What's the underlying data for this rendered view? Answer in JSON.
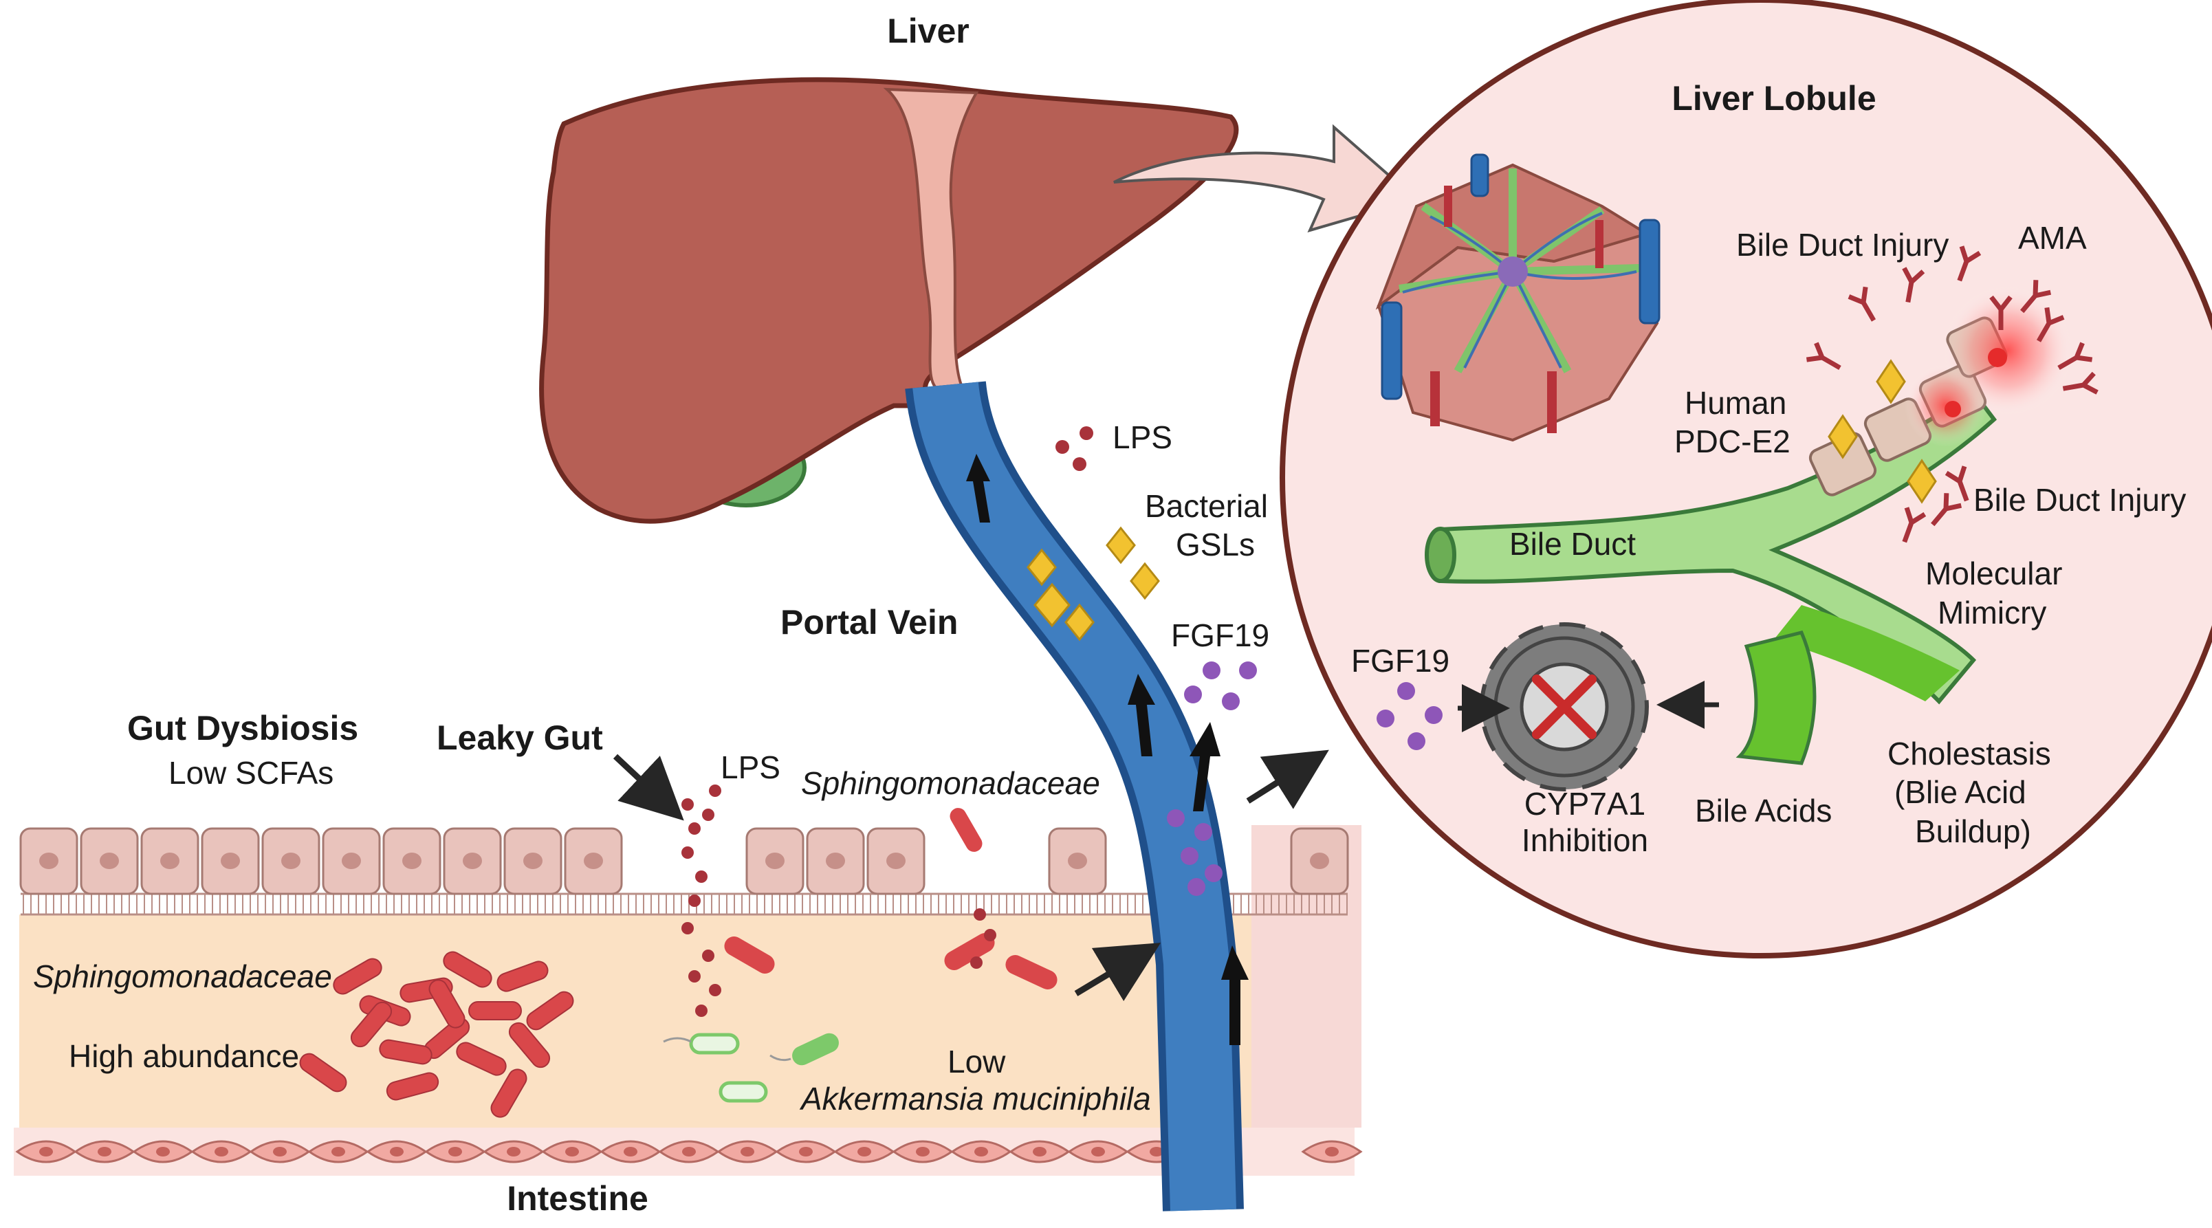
{
  "labels": {
    "liver": "Liver",
    "liver_lobule": "Liver Lobule",
    "portal_vein": "Portal Vein",
    "gut_dysbiosis": "Gut Dysbiosis",
    "low_scfas": "Low SCFAs",
    "leaky_gut": "Leaky Gut",
    "lps_gut": "LPS",
    "lps_vein": "LPS",
    "bacterial_gsls_line1": "Bacterial",
    "bacterial_gsls_line2": "GSLs",
    "fgf19_vein": "FGF19",
    "sphingo_top": "Sphingomonadaceae",
    "sphingo_left": "Sphingomonadaceae",
    "high_abundance": "High abundance",
    "low": "Low",
    "akkermansia": "Akkermansia muciniphila",
    "intestine": "Intestine",
    "bile_duct_injury_top": "Bile Duct Injury",
    "ama": "AMA",
    "human": "Human",
    "pdc_e2": "PDC-E2",
    "bile_duct_injury_right": "Bile Duct Injury",
    "bile_duct": "Bile Duct",
    "molecular": "Molecular",
    "mimicry": "Mimicry",
    "fgf19_lobule": "FGF19",
    "cyp7a1": "CYP7A1",
    "inhibition": "Inhibition",
    "bile_acids": "Bile Acids",
    "cholestasis": "Cholestasis",
    "blie_acid": "(Blie Acid",
    "buildup": "Buildup)"
  },
  "colors": {
    "liver": "#b65f55",
    "liver_outline": "#6e2a22",
    "vein": "#3f7ec0",
    "vein_dark": "#1f4f8a",
    "lps": "#a8323a",
    "gsl": "#f2c230",
    "fgf19": "#8e56b8",
    "bacteria": "#d9474a",
    "akkermansia": "#7dc96a",
    "lobule_bg": "#fbe5e4",
    "bile_duct": "#a8dc8e",
    "bile_acid": "#66c22e",
    "gear": "#7d7d7d",
    "x_mark": "#c92b2b",
    "arrow": "#262626",
    "gut_lumen": "#fbe1c4",
    "epithelium": "#e9c3bc"
  }
}
